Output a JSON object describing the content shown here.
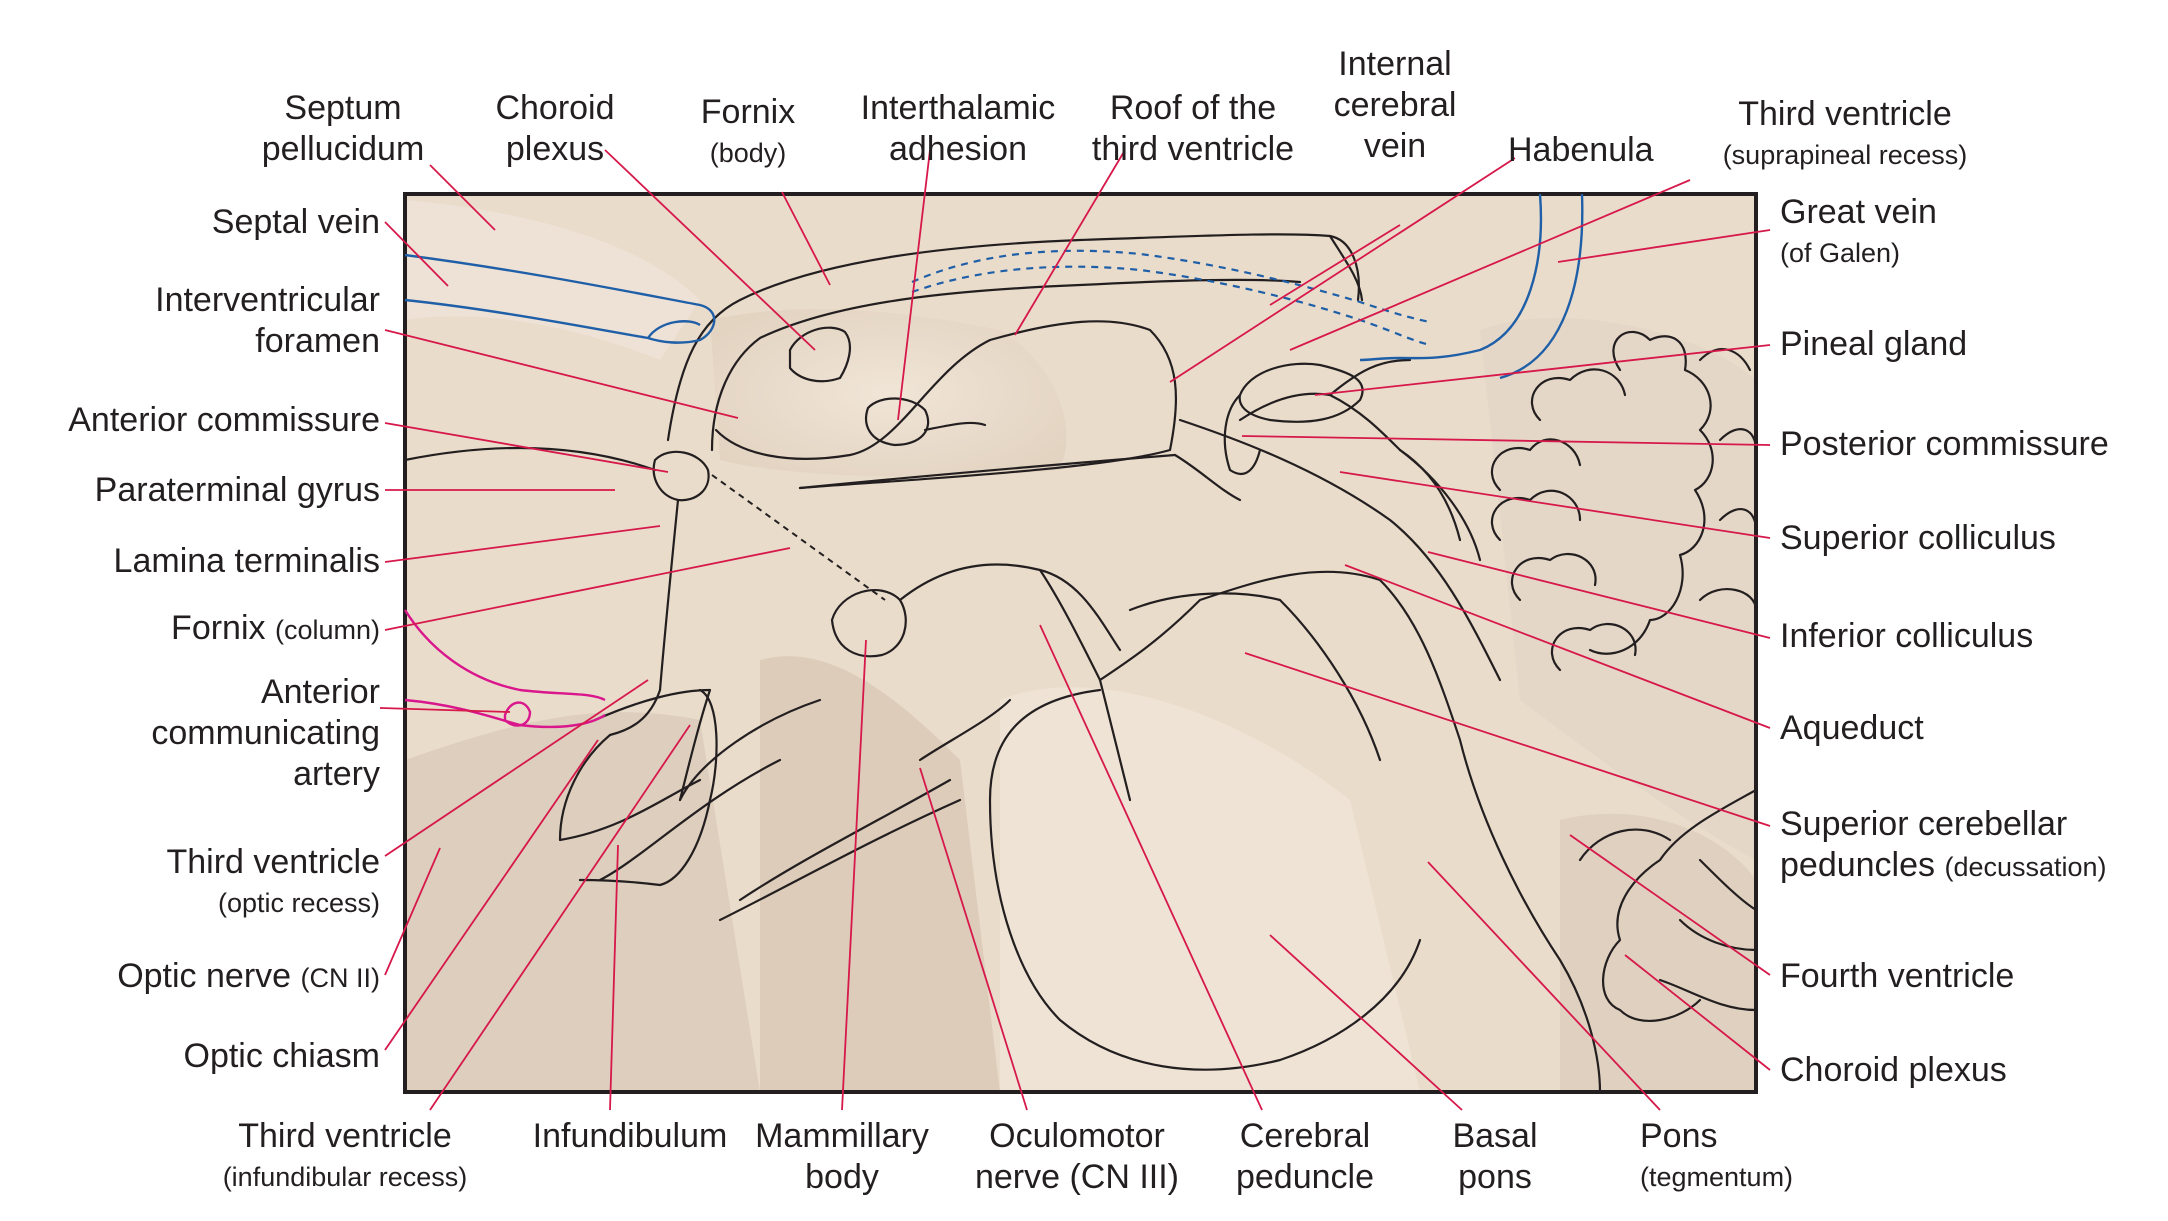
{
  "labels": {
    "septum_pellucidum": [
      "Septum",
      "pellucidum"
    ],
    "choroid_plexus_top": [
      "Choroid",
      "plexus"
    ],
    "fornix_body": {
      "main": "Fornix",
      "sub": "(body)"
    },
    "interthalamic_adhesion": [
      "Interthalamic",
      "adhesion"
    ],
    "roof_third_ventricle": [
      "Roof of the",
      "third ventricle"
    ],
    "internal_cerebral_vein": [
      "Internal",
      "cerebral",
      "vein"
    ],
    "habenula": "Habenula",
    "third_ventricle_suprapineal": {
      "main": "Third ventricle",
      "sub": "(suprapineal recess)"
    },
    "septal_vein": "Septal vein",
    "interventricular_foramen": [
      "Interventricular",
      "foramen"
    ],
    "anterior_commissure": "Anterior commissure",
    "paraterminal_gyrus": "Paraterminal gyrus",
    "lamina_terminalis": "Lamina terminalis",
    "fornix_column": {
      "main": "Fornix",
      "sub": "(column)"
    },
    "anterior_communicating_artery": [
      "Anterior",
      "communicating",
      "artery"
    ],
    "third_ventricle_optic": {
      "main": "Third ventricle",
      "sub": "(optic recess)"
    },
    "optic_nerve": {
      "main": "Optic nerve",
      "sub": "(CN II)"
    },
    "optic_chiasm": "Optic chiasm",
    "third_ventricle_infundibular": {
      "main": "Third ventricle",
      "sub": "(infundibular recess)"
    },
    "infundibulum": "Infundibulum",
    "mammillary_body": [
      "Mammillary",
      "body"
    ],
    "oculomotor_nerve": [
      "Oculomotor",
      "nerve (CN III)"
    ],
    "cerebral_peduncle": [
      "Cerebral",
      "peduncle"
    ],
    "basal_pons": [
      "Basal",
      "pons"
    ],
    "pons_tegmentum": {
      "main": "Pons",
      "sub": "(tegmentum)"
    },
    "great_vein": {
      "main": "Great vein",
      "sub": "(of Galen)"
    },
    "pineal_gland": "Pineal gland",
    "posterior_commissure": "Posterior commissure",
    "superior_colliculus": "Superior colliculus",
    "inferior_colliculus": "Inferior colliculus",
    "aqueduct": "Aqueduct",
    "superior_cerebellar_peduncles": {
      "main1": "Superior cerebellar",
      "main2": "peduncles",
      "sub": "(decussation)"
    },
    "fourth_ventricle": "Fourth ventricle",
    "choroid_plexus_right": "Choroid plexus"
  },
  "colors": {
    "leader": "#d6184a",
    "outline": "#231f20",
    "vein": "#1f5fa8",
    "artery": "#d9168c",
    "photo_bg": "#ecdfd0"
  }
}
